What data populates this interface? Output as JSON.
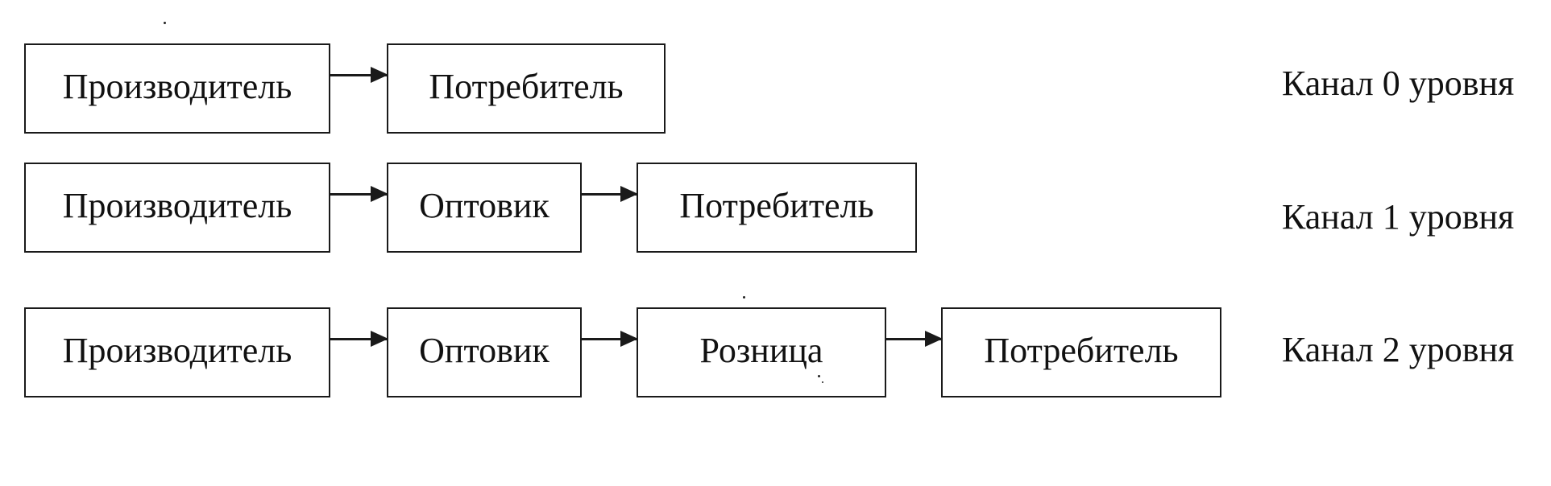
{
  "channels": [
    {
      "label": "Канал 0 уровня",
      "nodes": [
        "Производитель",
        "Потребитель"
      ]
    },
    {
      "label": "Канал 1 уровня",
      "nodes": [
        "Производитель",
        "Оптовик",
        "Потребитель"
      ]
    },
    {
      "label": "Канал 2 уровня",
      "nodes": [
        "Производитель",
        "Оптовик",
        "Розница",
        "Потребитель"
      ]
    }
  ]
}
